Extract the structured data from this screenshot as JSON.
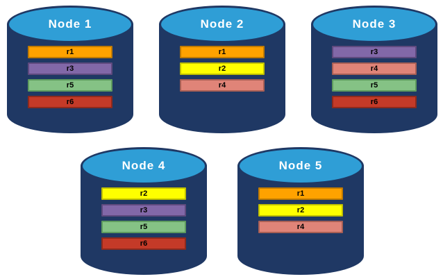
{
  "diagram": {
    "background_color": "#FFFFFF",
    "cylinder_style": {
      "body_color": "#1F3864",
      "top_color": "#2F9ED6",
      "label_color": "#FFFFFF"
    },
    "record_palette": {
      "r1": {
        "fill": "#FFA200",
        "border": "#BF7A00"
      },
      "r2": {
        "fill": "#FFFF00",
        "border": "#BFBF00"
      },
      "r3": {
        "fill": "#8268A8",
        "border": "#5E4A7E"
      },
      "r4": {
        "fill": "#E08478",
        "border": "#A85F55"
      },
      "r5": {
        "fill": "#85C285",
        "border": "#5E9B5E"
      },
      "r6": {
        "fill": "#C43A28",
        "border": "#8E2A1D"
      }
    },
    "nodes": [
      {
        "label": "Node 1",
        "records": [
          "r1",
          "r3",
          "r5",
          "r6"
        ]
      },
      {
        "label": "Node 2",
        "records": [
          "r1",
          "r2",
          "r4"
        ]
      },
      {
        "label": "Node 3",
        "records": [
          "r3",
          "r4",
          "r5",
          "r6"
        ]
      },
      {
        "label": "Node 4",
        "records": [
          "r2",
          "r3",
          "r5",
          "r6"
        ]
      },
      {
        "label": "Node 5",
        "records": [
          "r1",
          "r2",
          "r4"
        ]
      }
    ]
  }
}
